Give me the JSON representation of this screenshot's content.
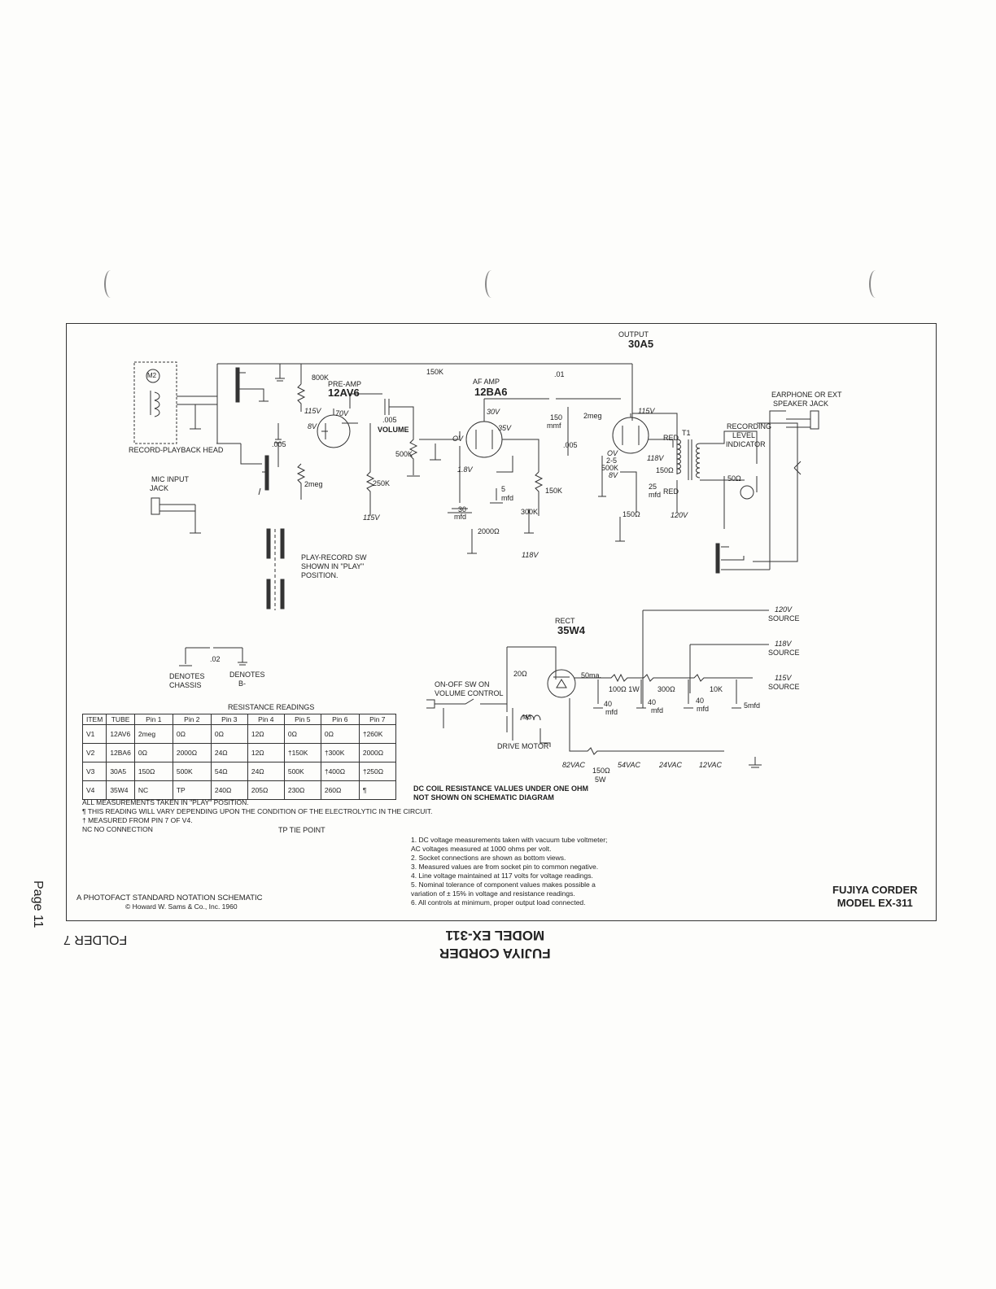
{
  "page": {
    "page_label": "Page 11",
    "folder_label": "FOLDER 7"
  },
  "brand": {
    "line1": "FUJIYA CORDER",
    "line2": "MODEL EX-311"
  },
  "footer_left": {
    "line1": "A PHOTOFACT STANDARD NOTATION SCHEMATIC",
    "line2": "© Howard W. Sams & Co., Inc. 1960"
  },
  "tubes": {
    "v1": {
      "ref": "V1",
      "type": "12AV6",
      "role": "PRE-AMP"
    },
    "v2": {
      "ref": "V2",
      "type": "12BA6",
      "role": "AF AMP"
    },
    "v3": {
      "ref": "V3",
      "type": "30A5",
      "role": "OUTPUT"
    },
    "v4": {
      "ref": "V4",
      "type": "35W4",
      "role": "RECT"
    }
  },
  "labels": {
    "head": "RECORD-PLAYBACK HEAD",
    "mic": "MIC INPUT",
    "mic2": "JACK",
    "earphone": "EARPHONE OR EXT",
    "earphone2": "SPEAKER JACK",
    "rec_level": "RECORDING",
    "rec_level2": "LEVEL",
    "rec_level3": "INDICATOR",
    "volume": "VOLUME",
    "play_sw1": "PLAY-RECORD SW",
    "play_sw2": "SHOWN IN \"PLAY\"",
    "play_sw3": "POSITION.",
    "onoff1": "ON-OFF SW ON",
    "onoff2": "VOLUME CONTROL",
    "drive": "DRIVE MOTOR",
    "chassis": "DENOTES",
    "chassis2": "CHASSIS",
    "bminus": "DENOTES",
    "bminus2": "B-",
    "src120": "120V",
    "src118": "118V",
    "src115": "115V",
    "source": "SOURCE",
    "red": "RED",
    "dc_coil1": "DC COIL RESISTANCE VALUES UNDER ONE OHM",
    "dc_coil2": "NOT SHOWN ON SCHEMATIC DIAGRAM"
  },
  "components": {
    "r14": "150K",
    "c10": ".01",
    "r15": "800K",
    "c7": ".005",
    "c9": "150",
    "c9u": "mmf",
    "r8": "2meg",
    "c8": ".005",
    "c6": ".005",
    "r2": "2meg",
    "r3": "250K",
    "r1": "500K",
    "r4": "150K",
    "r5": "300K",
    "r6": "2000Ω",
    "c3": "30",
    "c3u": "mfd",
    "c4": "5",
    "c4u": "mfd",
    "r7": "500K",
    "c5": "25",
    "c5u": "mfd",
    "r9": "150Ω",
    "r10": "50Ω",
    "r17": "20Ω",
    "r11": "100Ω 1W",
    "r12": "300Ω",
    "r13": "10K",
    "c1a": "40",
    "c1b": "40",
    "c1c": "40",
    "c2": "5mfd",
    "mfd": "mfd",
    "r16": "150Ω",
    "r16w": "5W",
    "t1pri": "150Ω",
    "c11": ".02",
    "m2": "M2",
    "m3": "M3",
    "t1": "T1",
    "ma": "50ma."
  },
  "voltages": {
    "v115a": "115V",
    "v70": "70V",
    "v8": "8V",
    "v115b": "115V",
    "v30": "30V",
    "v35": "35V",
    "v0": "OV",
    "v18": "1.8V",
    "v118": "118V",
    "v115c": "115V",
    "v0b": "OV",
    "v25": "2-5",
    "v8b": "8V",
    "v118b": "118V",
    "v120": "120V",
    "ac82": "82VAC",
    "ac54": "54VAC",
    "ac24": "24VAC",
    "ac12": "12VAC"
  },
  "resistance_table": {
    "title": "RESISTANCE READINGS",
    "headers": [
      "ITEM",
      "TUBE",
      "Pin 1",
      "Pin 2",
      "Pin 3",
      "Pin 4",
      "Pin 5",
      "Pin 6",
      "Pin 7"
    ],
    "rows": [
      [
        "V1",
        "12AV6",
        "2meg",
        "0Ω",
        "0Ω",
        "12Ω",
        "0Ω",
        "0Ω",
        "†260K"
      ],
      [
        "V2",
        "12BA6",
        "0Ω",
        "2000Ω",
        "24Ω",
        "12Ω",
        "†150K",
        "†300K",
        "2000Ω"
      ],
      [
        "V3",
        "30A5",
        "150Ω",
        "500K",
        "54Ω",
        "24Ω",
        "500K",
        "†400Ω",
        "†250Ω"
      ],
      [
        "V4",
        "35W4",
        "NC",
        "TP",
        "240Ω",
        "205Ω",
        "230Ω",
        "260Ω",
        "¶"
      ]
    ],
    "footnotes": [
      "ALL MEASUREMENTS TAKEN IN \"PLAY\" POSITION.",
      "¶    THIS READING WILL VARY DEPENDING UPON THE CONDITION OF THE ELECTROLYTIC IN THE CIRCUIT.",
      "†    MEASURED FROM PIN 7 OF V4.",
      "NC   NO CONNECTION"
    ],
    "tp": "TP   TIE POINT"
  },
  "notes": [
    "1.  DC voltage measurements taken with vacuum tube voltmeter;",
    "      AC voltages measured at 1000 ohms per volt.",
    "2.  Socket connections are shown as bottom views.",
    "3.  Measured values are from socket pin to common negative.",
    "4.  Line voltage maintained at 117 volts for voltage readings.",
    "5.  Nominal tolerance of component values makes possible a",
    "      variation of ± 15% in voltage and resistance readings.",
    "6.  All controls at minimum, proper output load connected."
  ]
}
